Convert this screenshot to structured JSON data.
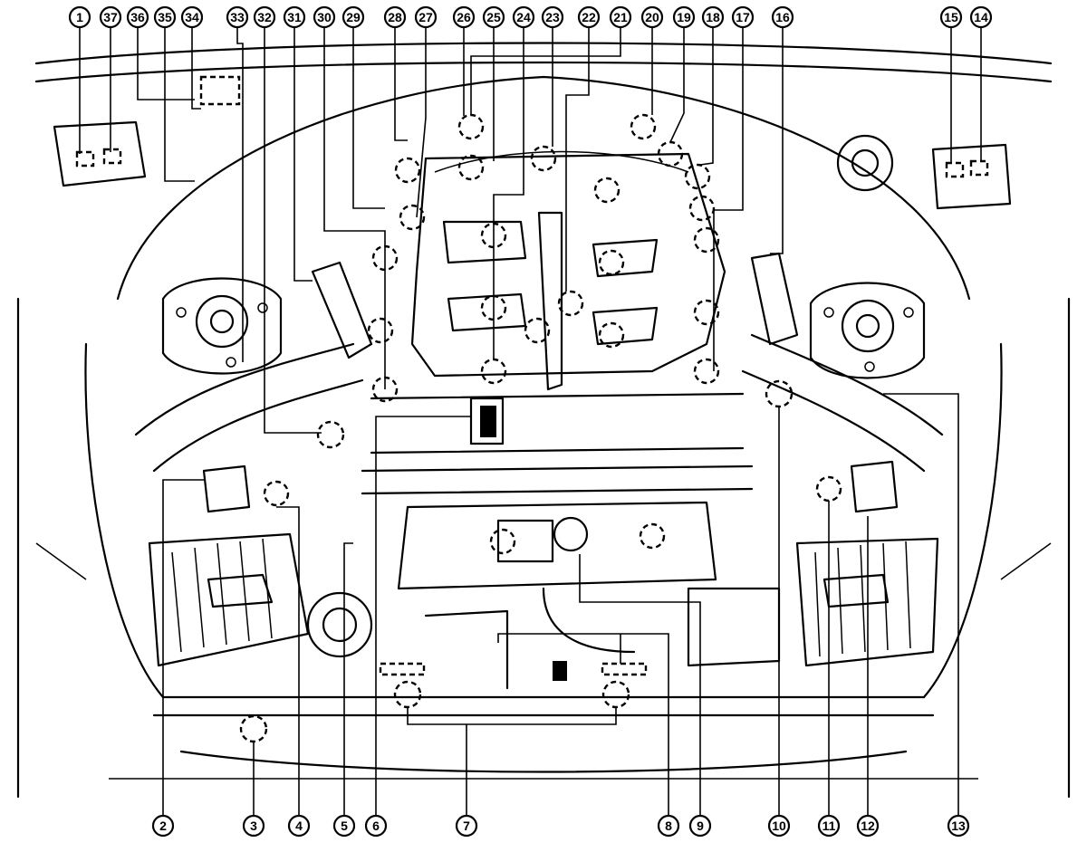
{
  "callouts": {
    "top": [
      "1",
      "37",
      "36",
      "35",
      "34",
      "33",
      "32",
      "31",
      "30",
      "29",
      "28",
      "27",
      "26",
      "25",
      "24",
      "23",
      "22",
      "21",
      "20",
      "19",
      "18",
      "17",
      "16",
      "15",
      "14"
    ],
    "bottom": [
      "2",
      "3",
      "4",
      "5",
      "6",
      "7",
      "8",
      "9",
      "10",
      "11",
      "12",
      "13"
    ]
  }
}
